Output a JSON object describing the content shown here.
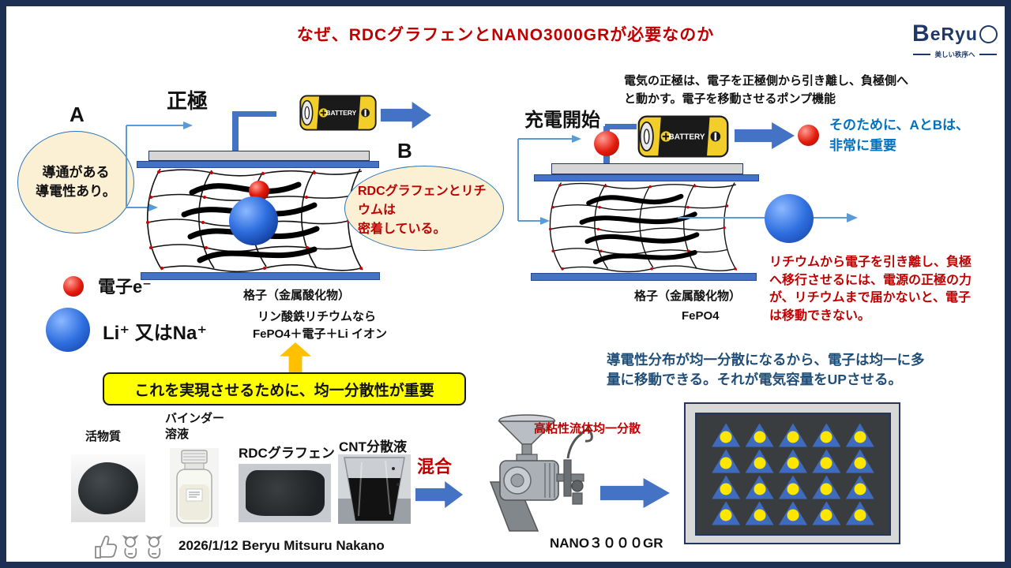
{
  "header": {
    "title": "なぜ、RDCグラフェンとNANO3000GRが必要なのか",
    "logo_name_first": "B",
    "logo_name_rest": "eRyu",
    "logo_tagline": "美しい秩序へ"
  },
  "discharge": {
    "label_a": "A",
    "bubble_a_line1": "導通がある",
    "bubble_a_line2": "導電性あり。",
    "positive_electrode": "正極",
    "battery_label": "BATTERY",
    "label_b": "B",
    "bubble_b_line1": "RDCグラフェンとリチウムは",
    "bubble_b_line2": "密着している。",
    "lattice_caption": "格子（金属酸化物）",
    "formula_intro": "リン酸鉄リチウムなら",
    "formula": "FePO4＋電子＋Li イオン",
    "legend_electron": "電子e⁻",
    "legend_ion": "Li⁺ 又はNa⁺"
  },
  "charge": {
    "pump_note_line1": "電気の正極は、電子を正極側から引き離し、負極側へ",
    "pump_note_line2": "と動かす。電子を移動させるポンプ機能",
    "heading": "充電開始",
    "battery_label": "BATTERY",
    "importance_line1": "そのために、AとBは、",
    "importance_line2": "非常に重要",
    "lattice_caption": "格子（金属酸化物）",
    "lattice_formula": "FePO4",
    "barrier_note_line1": "リチウムから電子を引き離し、負極",
    "barrier_note_line2": "へ移行させるには、電源の正極の力",
    "barrier_note_line3": "が、リチウムまで届かないと、電子",
    "barrier_note_line4": "は移動できない。",
    "conclusion_line1": "導電性分布が均一分散になるから、電子は均一に多",
    "conclusion_line2": "量に移動できる。それが電気容量をUPさせる。"
  },
  "key_message": "これを実現させるために、均一分散性が重要",
  "process": {
    "material1": "活物質",
    "material2_line1": "バインダー",
    "material2_line2": "溶液",
    "material3": "RDCグラフェン",
    "material4": "CNT分散液",
    "mix_label": "混合",
    "machine_note": "高粘性流体均一分散",
    "machine_name": "NANO３０００GR",
    "dispersion_grid": {
      "rows": 4,
      "cols": 5
    }
  },
  "footer": {
    "credit": "2026/1/12 Beryu Mitsuru Nakano"
  }
}
